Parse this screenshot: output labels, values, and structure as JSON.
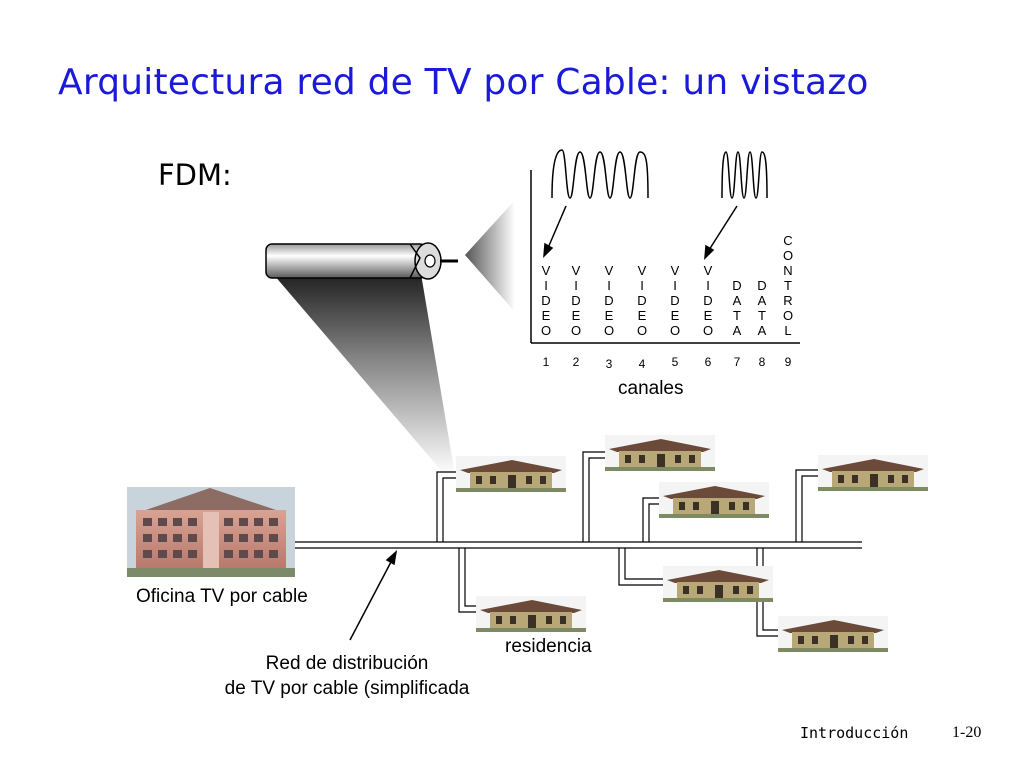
{
  "slide": {
    "title": "Arquitectura red de TV por Cable: un vistazo",
    "fdm_label": "FDM:"
  },
  "spectrum": {
    "axis_label": "canales",
    "channels": [
      {
        "number": "1",
        "letters": "VIDEO"
      },
      {
        "number": "2",
        "letters": "VIDEO"
      },
      {
        "number": "3",
        "letters": "VIDEO"
      },
      {
        "number": "4",
        "letters": "VIDEO"
      },
      {
        "number": "5",
        "letters": "VIDEO"
      },
      {
        "number": "6",
        "letters": "VIDEO"
      },
      {
        "number": "7",
        "letters": "DATA"
      },
      {
        "number": "8",
        "letters": "DATA"
      },
      {
        "number": "9",
        "letters": "CONTROL"
      }
    ]
  },
  "network": {
    "headend_label": "Oficina TV por cable",
    "home_label": "residencia",
    "distribution_label_line1": "Red de distribución",
    "distribution_label_line2": "de TV por cable (simplificada"
  },
  "footer": {
    "section": "Introducción",
    "page": "1-20"
  },
  "colors": {
    "title": "#1a1ad8",
    "house_wall": "#b8a878",
    "house_roof": "#6b4a3a"
  }
}
